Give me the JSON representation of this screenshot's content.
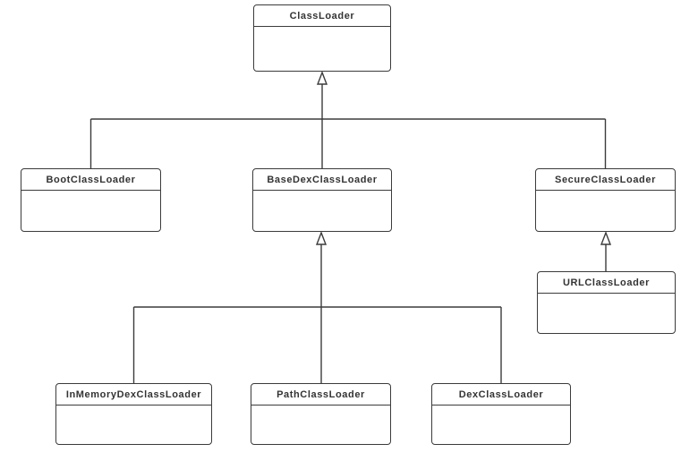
{
  "diagram": {
    "type": "uml-class-diagram",
    "colors": {
      "background": "#ffffff",
      "line": "#3b3b3b",
      "text": "#333333",
      "box_fill": "#ffffff"
    },
    "classes": [
      {
        "name": "ClassLoader"
      },
      {
        "name": "BootClassLoader"
      },
      {
        "name": "BaseDexClassLoader"
      },
      {
        "name": "SecureClassLoader"
      },
      {
        "name": "URLClassLoader"
      },
      {
        "name": "InMemoryDexClassLoader"
      },
      {
        "name": "PathClassLoader"
      },
      {
        "name": "DexClassLoader"
      }
    ],
    "relations": [
      {
        "from": "BootClassLoader",
        "to": "ClassLoader",
        "type": "generalization"
      },
      {
        "from": "BaseDexClassLoader",
        "to": "ClassLoader",
        "type": "generalization"
      },
      {
        "from": "SecureClassLoader",
        "to": "ClassLoader",
        "type": "generalization"
      },
      {
        "from": "URLClassLoader",
        "to": "SecureClassLoader",
        "type": "generalization"
      },
      {
        "from": "InMemoryDexClassLoader",
        "to": "BaseDexClassLoader",
        "type": "generalization"
      },
      {
        "from": "PathClassLoader",
        "to": "BaseDexClassLoader",
        "type": "generalization"
      },
      {
        "from": "DexClassLoader",
        "to": "BaseDexClassLoader",
        "type": "generalization"
      }
    ]
  }
}
